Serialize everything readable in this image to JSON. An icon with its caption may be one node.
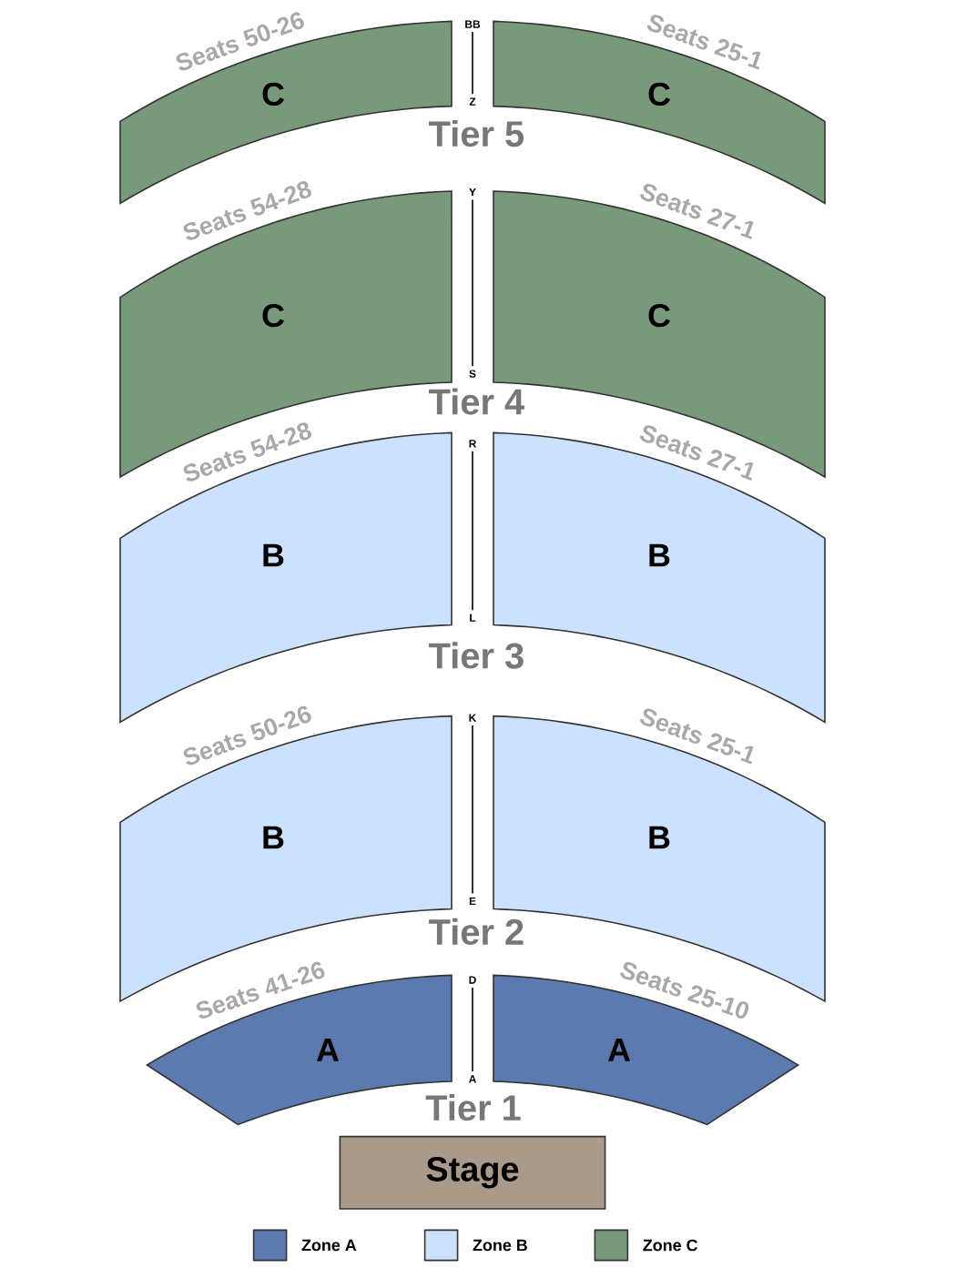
{
  "diagram": {
    "nodes": [
      {
        "text": [
          "C"
        ],
        "beside": [
          "Seats 50-26"
        ]
      },
      {
        "text": [
          "C"
        ],
        "beside": [
          "Seats 25-1"
        ]
      },
      {
        "text": [
          "C"
        ],
        "beside": [
          "Seats 54-28"
        ]
      },
      {
        "text": [
          "C"
        ],
        "beside": [
          "Seats 27-1"
        ]
      },
      {
        "text": [
          "B"
        ],
        "beside": [
          "Seats 54-28"
        ]
      },
      {
        "text": [
          "B"
        ],
        "beside": [
          "Seats 27-1"
        ]
      },
      {
        "text": [
          "B"
        ],
        "beside": [
          "Seats 50-26"
        ]
      },
      {
        "text": [
          "B"
        ],
        "beside": [
          "Seats 25-1"
        ]
      },
      {
        "text": [
          "A"
        ],
        "beside": [
          "Seats 41-26"
        ]
      },
      {
        "text": [
          "A"
        ],
        "beside": [
          "Seats 25-10"
        ]
      },
      {
        "text": [
          "Stage"
        ]
      }
    ],
    "edges": [],
    "labels": [
      "BB",
      "Z",
      "Tier 5",
      "Y",
      "S",
      "Tier 4",
      "R",
      "L",
      "Tier 3",
      "K",
      "E",
      "Tier 2",
      "D",
      "A",
      "Tier 1"
    ],
    "legend": [
      {
        "text": "Zone A",
        "color": "#5b7ab0"
      },
      {
        "text": "Zone B",
        "color": "#cce2fc"
      },
      {
        "text": "Zone C",
        "color": "#789a7b"
      }
    ]
  }
}
